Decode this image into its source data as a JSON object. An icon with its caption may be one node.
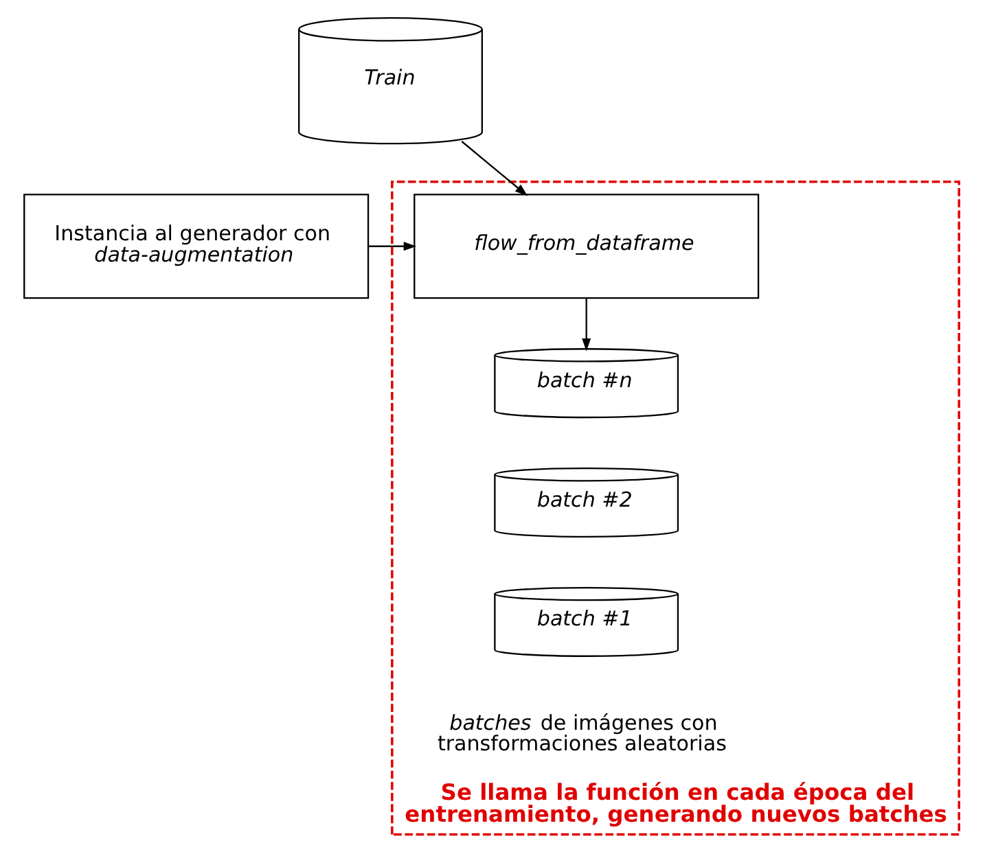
{
  "diagram": {
    "nodes": [
      {
        "text": [
          "Train"
        ]
      },
      {
        "text": [
          "Instancia al generador con *data-augmentation*"
        ]
      },
      {
        "text": [
          "Se llama la función en cada época del entrenamiento, generando nuevos batches"
        ]
      },
      {
        "text": [
          "flow_from_dataframe"
        ],
        "in": 2
      },
      {
        "text": [
          "batch #n"
        ],
        "in": 2
      },
      {
        "text": [
          "batch #2"
        ],
        "in": 2
      },
      {
        "text": [
          "batch #1"
        ],
        "in": 2
      }
    ],
    "edges": [
      {
        "from": 0,
        "to": 3,
        "arrow": "to"
      },
      {
        "from": 1,
        "to": 3,
        "arrow": "to"
      },
      {
        "from": 3,
        "to": 4,
        "arrow": "to"
      }
    ],
    "labels": [
      "*batches* de imágenes con transformaciones aleatorias"
    ]
  }
}
